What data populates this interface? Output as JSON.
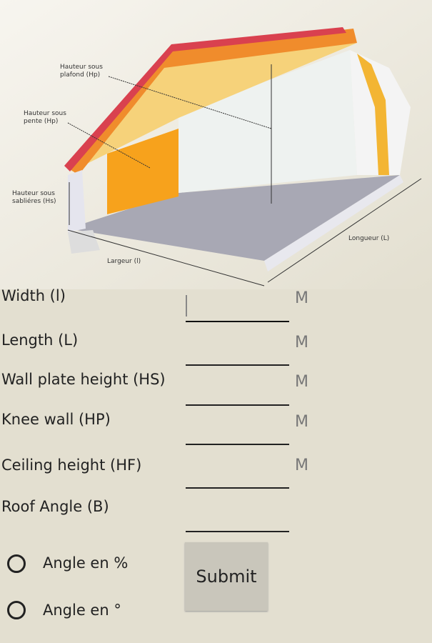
{
  "diagram": {
    "labels": {
      "ceiling": "Hauteur sous\nplafond (Hp)",
      "ceiling_l1": "Hauteur sous",
      "ceiling_l2": "plafond (Hp)",
      "slope_l1": "Hauteur sous",
      "slope_l2": "pente (Hp)",
      "wallplate_l1": "Hauteur sous",
      "wallplate_l2": "sabliéres (Hs)",
      "width": "Largeur (l)",
      "length": "Longueur (L)"
    }
  },
  "form": {
    "fields": [
      {
        "label": "Width (l)",
        "value": "",
        "unit": "M"
      },
      {
        "label": "Length (L)",
        "value": "",
        "unit": "M"
      },
      {
        "label": "Wall plate height (HS)",
        "value": "",
        "unit": "M"
      },
      {
        "label": "Knee wall (HP)",
        "value": "",
        "unit": "M"
      },
      {
        "label": "Ceiling height (HF)",
        "value": "",
        "unit": "M"
      },
      {
        "label": "Roof Angle (B)",
        "value": ""
      }
    ],
    "radios": [
      {
        "label": "Angle en %",
        "checked": false
      },
      {
        "label": "Angle en °",
        "checked": false
      }
    ],
    "submit": "Submit"
  }
}
